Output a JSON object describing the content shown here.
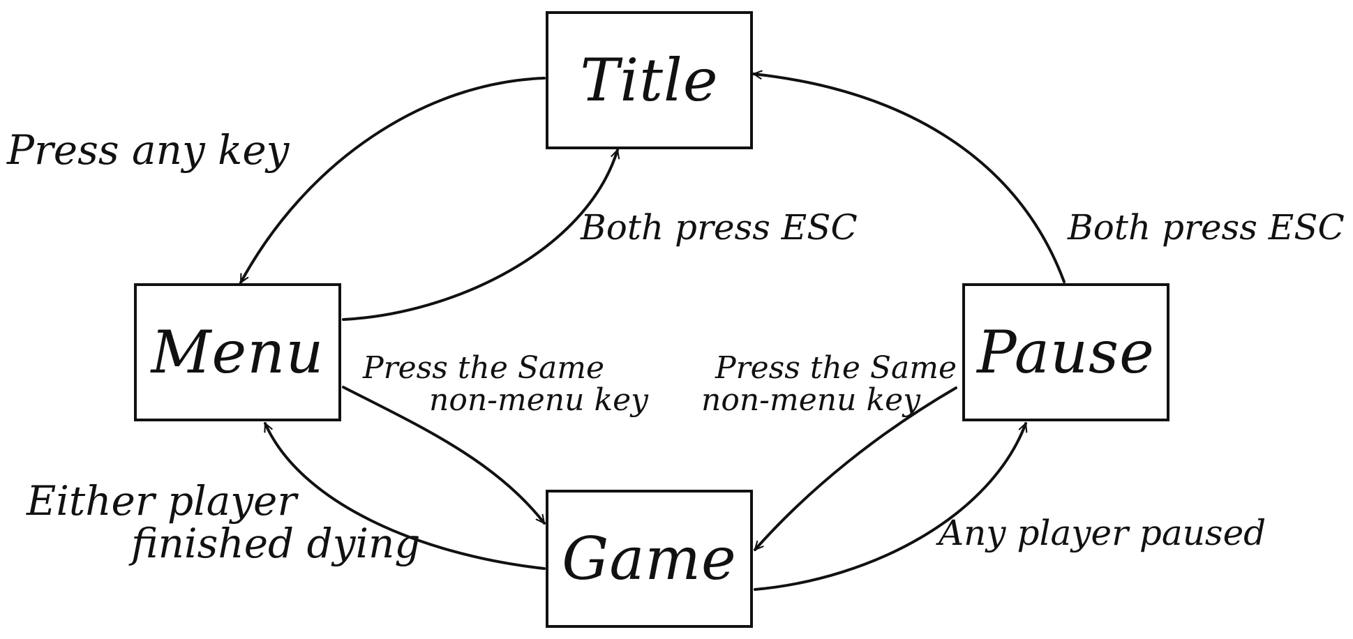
{
  "nodes": {
    "title": "Title",
    "menu": "Menu",
    "pause": "Pause",
    "game": "Game"
  },
  "edges": {
    "title_to_menu": "Press any key",
    "menu_to_title": "Both press ESC",
    "pause_to_title": "Both press ESC",
    "menu_to_game": {
      "line1": "Press the Same",
      "line2": "non-menu key"
    },
    "pause_to_game": {
      "line1": "Press the Same",
      "line2": "non-menu key"
    },
    "game_to_menu": {
      "line1": "Either player",
      "line2": "finished dying"
    },
    "game_to_pause": "Any player paused"
  },
  "colors": {
    "ink": "#111111",
    "background": "#ffffff"
  }
}
